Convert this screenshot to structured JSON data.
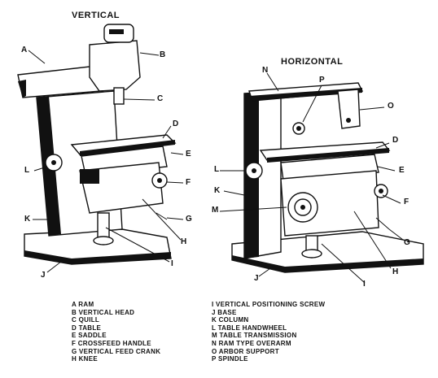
{
  "titles": {
    "vertical": "VERTICAL",
    "horizontal": "HORIZONTAL"
  },
  "callouts": {
    "vertical": [
      "A",
      "B",
      "C",
      "D",
      "E",
      "F",
      "G",
      "H",
      "I",
      "J",
      "K",
      "L"
    ],
    "horizontal": [
      "N",
      "P",
      "O",
      "D",
      "E",
      "L",
      "K",
      "M",
      "F",
      "G",
      "H",
      "I",
      "J"
    ]
  },
  "legend_left": [
    "A  RAM",
    "B  VERTICAL HEAD",
    "C  QUILL",
    "D  TABLE",
    "E  SADDLE",
    "F  CROSSFEED HANDLE",
    "G  VERTICAL FEED CRANK",
    "H  KNEE"
  ],
  "legend_right": [
    "I  VERTICAL POSITIONING SCREW",
    "J  BASE",
    "K  COLUMN",
    "L  TABLE HANDWHEEL",
    "M  TABLE TRANSMISSION",
    "N  RAM TYPE OVERARM",
    "O  ARBOR SUPPORT",
    "P  SPINDLE"
  ]
}
